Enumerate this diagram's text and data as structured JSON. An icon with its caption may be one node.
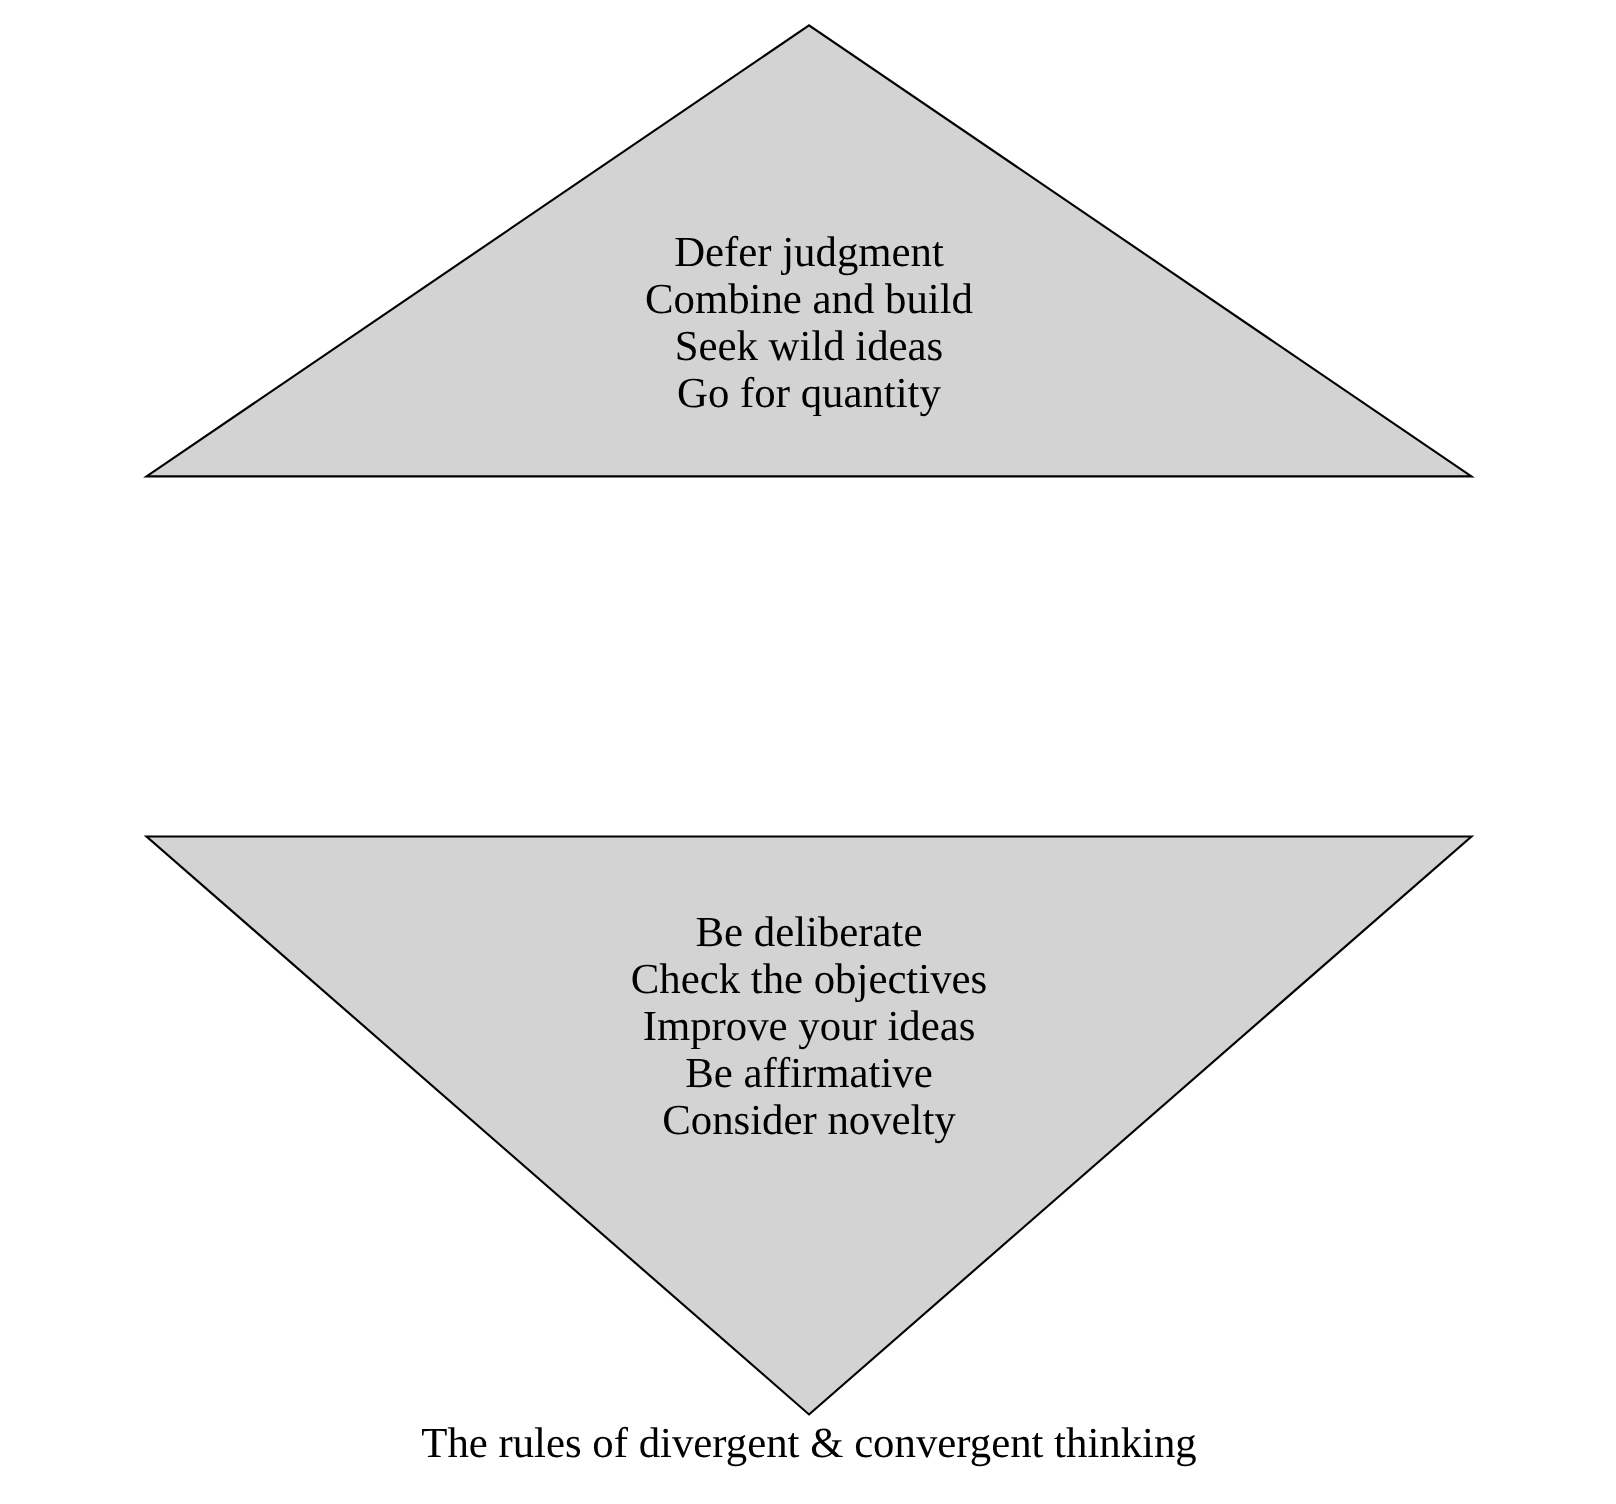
{
  "diagram": {
    "caption": "The rules of divergent & convergent thinking",
    "nodes": [
      {
        "text": [
          "Defer judgment",
          "Combine and build",
          "Seek wild ideas",
          "Go for quantity"
        ]
      },
      {
        "text": [
          "Be deliberate",
          "Check the objectives",
          "Improve your ideas",
          "Be affirmative",
          "Consider novelty"
        ]
      }
    ]
  }
}
